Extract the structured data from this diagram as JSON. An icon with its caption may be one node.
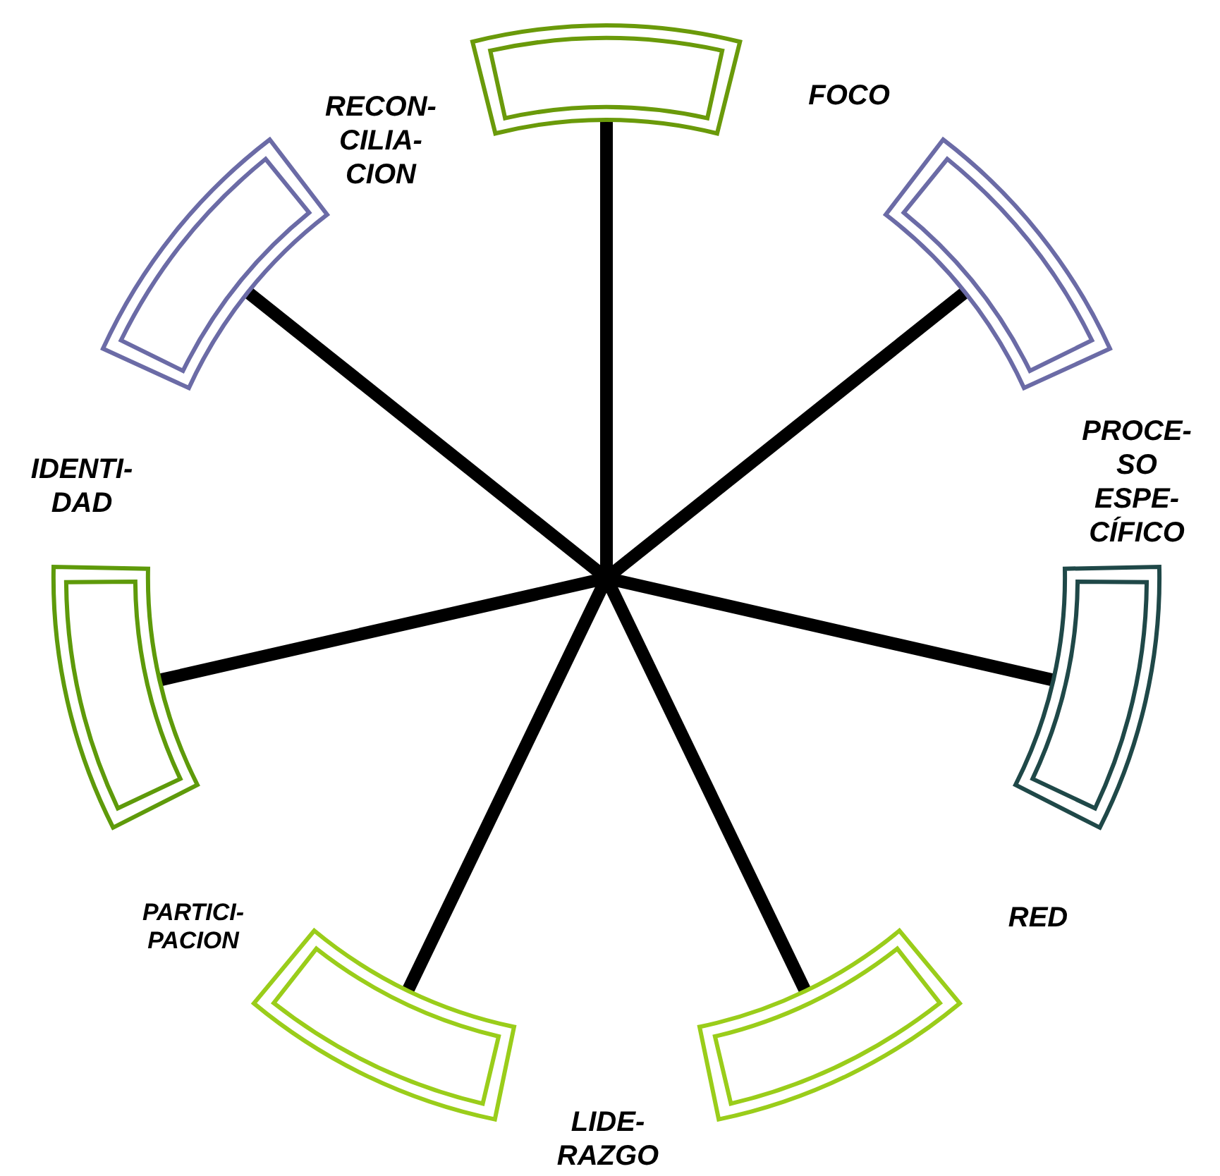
{
  "diagram": {
    "nodes": [
      {
        "text": [],
        "shape": "bar"
      },
      {
        "text": [],
        "shape": "bar"
      },
      {
        "text": [],
        "shape": "bar"
      },
      {
        "text": [],
        "shape": "bar"
      },
      {
        "text": [],
        "shape": "bar"
      },
      {
        "text": [],
        "shape": "bar"
      },
      {
        "text": [],
        "shape": "bar"
      }
    ],
    "edges": [
      {
        "from": null,
        "to": 0,
        "arrow": "none"
      },
      {
        "from": null,
        "to": 1,
        "arrow": "none"
      },
      {
        "from": null,
        "to": 2,
        "arrow": "none"
      },
      {
        "from": null,
        "to": 3,
        "arrow": "none"
      },
      {
        "from": null,
        "to": 4,
        "arrow": "none"
      },
      {
        "from": null,
        "to": 5,
        "arrow": "none"
      },
      {
        "from": null,
        "to": 6,
        "arrow": "none"
      }
    ],
    "labels": [
      "RECON- CILIA- CION",
      "FOCO",
      "PROCE- SO ESPE- CÍFICO",
      "IDENTI- DAD",
      "PARTICI- PACION",
      "RED",
      "LIDE- RAZGO"
    ]
  }
}
